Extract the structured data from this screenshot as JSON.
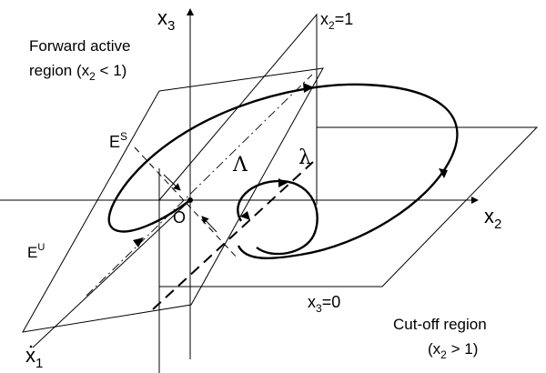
{
  "labels": {
    "x3_axis": "x",
    "x3_sub": "3",
    "x2_axis": "x",
    "x2_sub": "2",
    "x1_axis": "x",
    "x1_sub": "1",
    "plane_x2_main": "x",
    "plane_x2_sub": "2",
    "plane_x2_value": "=1",
    "plane_x3_main": "x",
    "plane_x3_sub": "3",
    "plane_x3_value": "=0",
    "forward_line1": "Forward active",
    "forward_line2": "region (x",
    "forward_sub": "2",
    "forward_tail": " < 1)",
    "cutoff_line1": "Cut-off region",
    "cutoff_line2": "(x",
    "cutoff_sub": "2",
    "cutoff_tail": " > 1)",
    "stable_manifold": "E",
    "stable_sup": "S",
    "unstable_manifold": "E",
    "unstable_sup": "U",
    "origin": "O",
    "big_lambda": "Λ",
    "small_lambda": "λ"
  }
}
